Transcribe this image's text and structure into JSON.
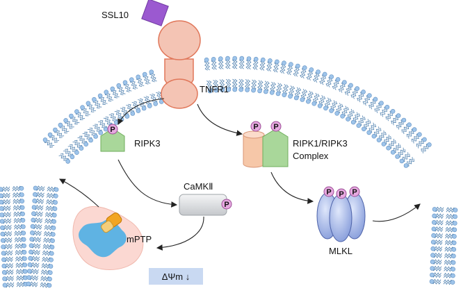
{
  "labels": {
    "ssl10": "SSL10",
    "tnfr1": "TNFR1",
    "ripk3": "RIPK3",
    "complex_line1": "RIPK1/RIPK3",
    "complex_line2": "Complex",
    "camk2": "CaMKⅡ",
    "mptp": "mPTP",
    "mlkl": "MLKL",
    "membrane_potential": "ΔΨm ↓"
  },
  "phospho_label": "P",
  "colors": {
    "ssl10": "#9b59d0",
    "receptor": "#f4c4b4",
    "receptor_edge": "#e0775a",
    "ripk3": "#a9d79a",
    "ripk1": "#f6c7a8",
    "camk2": "#d9dbde",
    "mlkl": "#8fa6e0",
    "phospho": "#e6a9e0",
    "lipid_head": "#9ec4ea",
    "mito": "#5fb3e3",
    "mito_bg": "#fbd8d2",
    "psi_box": "#c9d9f2"
  }
}
